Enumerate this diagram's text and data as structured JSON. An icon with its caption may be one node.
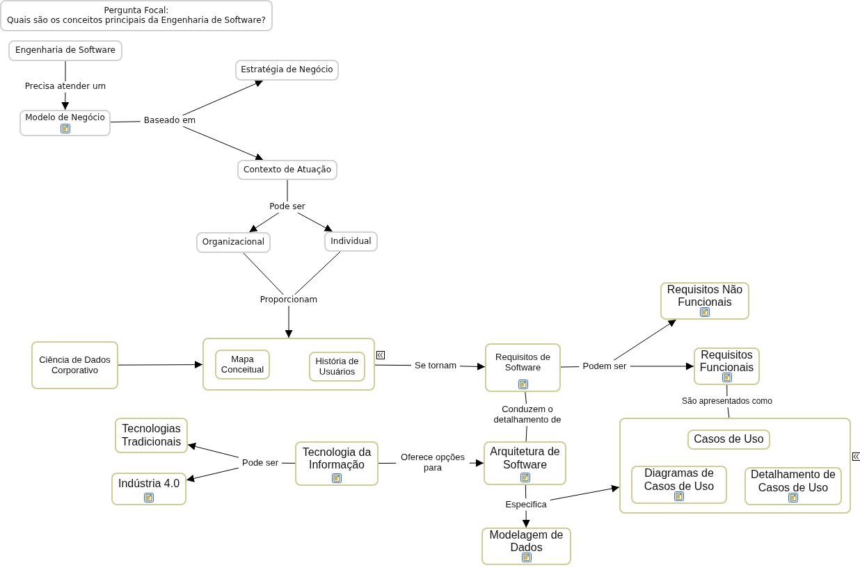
{
  "diagram": {
    "nodes": [
      {
        "text": [
          "Pergunta Focal:",
          "Quais são os conceitos principais da Engenharia de Software?"
        ]
      },
      {
        "text": [
          "Engenharia de Software"
        ]
      },
      {
        "text": [
          "Precisa atender um"
        ]
      },
      {
        "text": [
          "Modelo de Negócio"
        ]
      },
      {
        "text": [
          "Baseado em"
        ]
      },
      {
        "text": [
          "Estratégia de Negócio"
        ]
      },
      {
        "text": [
          "Contexto de Atuação"
        ]
      },
      {
        "text": [
          "Pode ser"
        ]
      },
      {
        "text": [
          "Organizacional"
        ]
      },
      {
        "text": [
          "Individual"
        ]
      },
      {
        "text": [
          "Proporcionam"
        ]
      },
      {
        "text": [
          "Requisitos Não Funcionais"
        ]
      },
      {
        "text": [
          "Ciência de Dados Corporativo"
        ]
      },
      {
        "text": [],
        "shape": "box"
      },
      {
        "text": [
          "Mapa Conceitual"
        ],
        "in": 13
      },
      {
        "text": [
          "História de Usuários"
        ],
        "in": 13
      },
      {
        "text": [
          "Se tornam"
        ]
      },
      {
        "text": [
          "Requisitos de Software"
        ]
      },
      {
        "text": [
          "Podem ser"
        ]
      },
      {
        "text": [
          "Requisitos Funcionais"
        ]
      },
      {
        "text": [
          "São apresentados como"
        ]
      },
      {
        "text": [
          "Conduzem o detalhamento de"
        ]
      },
      {
        "text": [
          "Tecnologias Tradicionais"
        ]
      },
      {
        "text": [],
        "shape": "box"
      },
      {
        "text": [
          "Casos de Uso"
        ],
        "in": 23
      },
      {
        "text": [
          "Tecnologia da Informação"
        ]
      },
      {
        "text": [
          "Pode ser"
        ]
      },
      {
        "text": [
          "Oferece opções para"
        ]
      },
      {
        "text": [
          "Arquitetura de Software"
        ]
      },
      {
        "text": [
          "Indústria 4.0"
        ]
      },
      {
        "text": [
          "Diagramas de Casos de Uso"
        ],
        "in": 23
      },
      {
        "text": [
          "Detalhamento de Casos de Uso"
        ],
        "in": 23
      },
      {
        "text": [
          "Especifica"
        ]
      },
      {
        "text": [
          "Modelagem de Dados"
        ]
      }
    ],
    "edges": [
      {
        "from": 1,
        "to": 2,
        "arrow": "none"
      },
      {
        "from": 2,
        "to": 3,
        "arrow": "to"
      },
      {
        "from": 3,
        "to": 4,
        "arrow": "none"
      },
      {
        "from": 4,
        "to": 5,
        "arrow": "to"
      },
      {
        "from": 4,
        "to": 6,
        "arrow": "to"
      },
      {
        "from": 6,
        "to": 7,
        "arrow": "none"
      },
      {
        "from": 7,
        "to": 8,
        "arrow": "to"
      },
      {
        "from": 7,
        "to": 9,
        "arrow": "to"
      },
      {
        "from": 8,
        "to": 10,
        "arrow": "none"
      },
      {
        "from": 9,
        "to": 10,
        "arrow": "none"
      },
      {
        "from": 10,
        "to": 13,
        "arrow": "to"
      },
      {
        "from": 12,
        "to": 13,
        "arrow": "to"
      },
      {
        "from": 13,
        "to": 16,
        "arrow": "none"
      },
      {
        "from": 16,
        "to": 17,
        "arrow": "to"
      },
      {
        "from": 17,
        "to": 18,
        "arrow": "none"
      },
      {
        "from": 18,
        "to": 11,
        "arrow": "to"
      },
      {
        "from": 18,
        "to": 19,
        "arrow": "to"
      },
      {
        "from": 19,
        "to": 20,
        "arrow": "none"
      },
      {
        "from": 20,
        "to": 23,
        "arrow": "none"
      },
      {
        "from": 17,
        "to": 21,
        "arrow": "none"
      },
      {
        "from": 21,
        "to": 28,
        "arrow": "none"
      },
      {
        "from": 25,
        "to": 26,
        "arrow": "none"
      },
      {
        "from": 26,
        "to": 22,
        "arrow": "to"
      },
      {
        "from": 26,
        "to": 29,
        "arrow": "to"
      },
      {
        "from": 25,
        "to": 27,
        "arrow": "none"
      },
      {
        "from": 27,
        "to": 28,
        "arrow": "to"
      },
      {
        "from": 28,
        "to": 32,
        "arrow": "none"
      },
      {
        "from": 32,
        "to": 33,
        "arrow": "to"
      },
      {
        "from": 32,
        "to": 23,
        "arrow": "to"
      }
    ]
  }
}
